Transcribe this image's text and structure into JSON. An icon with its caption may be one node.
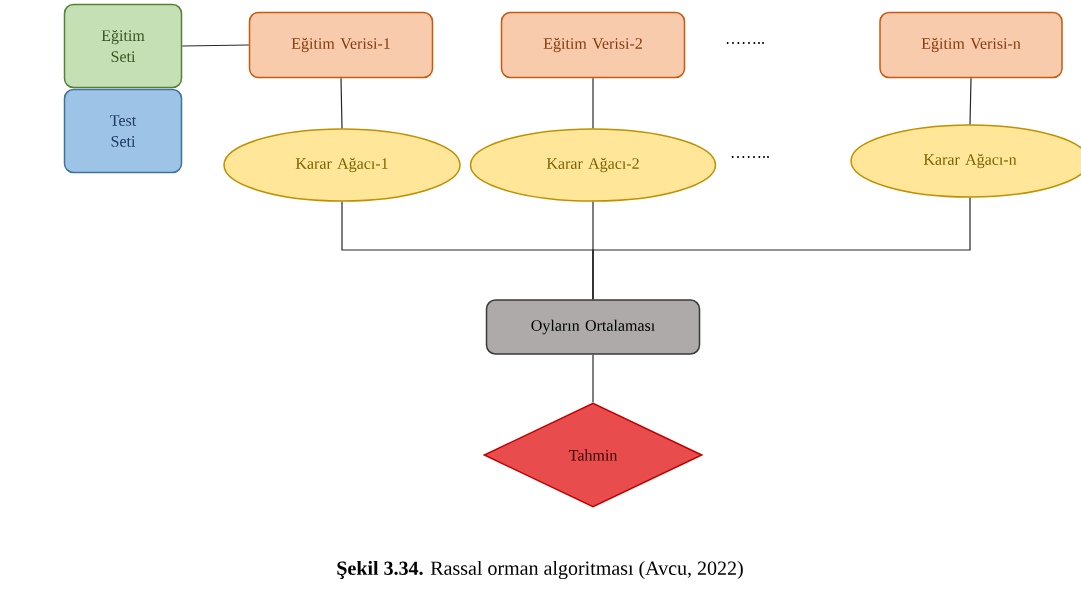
{
  "diagram": {
    "caption": "**Şekil 3.34.** Rassal orman algoritması (Avcu, 2022)",
    "nodes": [
      {
        "text": [
          "Eğitim Seti"
        ]
      },
      {
        "text": [
          "Test Seti"
        ]
      },
      {
        "text": [
          "Eğitim Verisi-1"
        ]
      },
      {
        "text": [
          "Eğitim Verisi-2"
        ]
      },
      {
        "text": [
          "Eğitim Verisi-n"
        ]
      },
      {
        "text": [
          "Karar Ağacı-1"
        ]
      },
      {
        "text": [
          "Karar Ağacı-2"
        ]
      },
      {
        "text": [
          "Karar Ağacı-n"
        ]
      },
      {
        "text": [
          "Oyların Ortalaması"
        ]
      },
      {
        "text": [
          "Tahmin"
        ]
      }
    ],
    "edges": [
      {
        "from": 0,
        "to": 2,
        "arrow": "none"
      },
      {
        "from": 2,
        "to": 5,
        "arrow": "none"
      },
      {
        "from": 3,
        "to": 6,
        "arrow": "none"
      },
      {
        "from": 4,
        "to": 7,
        "arrow": "none"
      },
      {
        "from": 5,
        "to": 8,
        "arrow": "none"
      },
      {
        "from": 6,
        "to": 8,
        "arrow": "none"
      },
      {
        "from": 7,
        "to": 8,
        "arrow": "none"
      },
      {
        "from": 8,
        "to": 9,
        "arrow": "none"
      }
    ],
    "labels": [
      "……..",
      "…….."
    ]
  }
}
